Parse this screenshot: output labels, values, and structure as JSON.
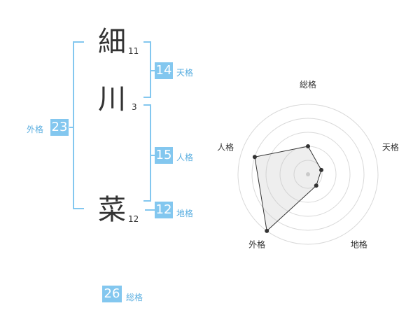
{
  "name": {
    "chars": [
      {
        "kanji": "細",
        "strokes": "11"
      },
      {
        "kanji": "川",
        "strokes": "3"
      },
      {
        "kanji": "菜",
        "strokes": "12"
      }
    ]
  },
  "fortunes": {
    "tenkaku": {
      "value": "14",
      "label": "天格"
    },
    "jinkaku": {
      "value": "15",
      "label": "人格"
    },
    "chikaku": {
      "value": "12",
      "label": "地格"
    },
    "gaikaku": {
      "value": "23",
      "label": "外格"
    },
    "soukaku": {
      "value": "26",
      "label": "総格"
    }
  },
  "chart_data": {
    "type": "radar",
    "axes": [
      "総格",
      "天格",
      "地格",
      "外格",
      "人格"
    ],
    "values": [
      2,
      1,
      1,
      5,
      4
    ],
    "max": 5,
    "rings": 5
  }
}
